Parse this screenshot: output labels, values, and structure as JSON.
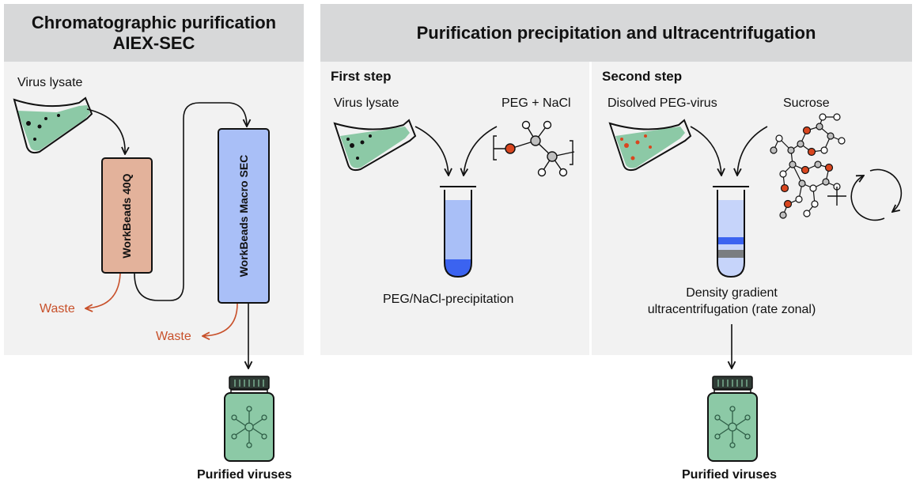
{
  "left_section": {
    "title_line1": "Chromatographic purification",
    "title_line2": "AIEX-SEC",
    "virus_lysate": "Virus lysate",
    "column1_label": "WorkBeads 40Q",
    "column2_label": "WorkBeads Macro SEC",
    "waste1": "Waste",
    "waste2": "Waste",
    "output_label": "Purified viruses"
  },
  "right_section": {
    "title": "Purification precipitation and ultracentrifugation",
    "first_step": {
      "heading": "First step",
      "input1": "Virus lysate",
      "input2": "PEG + NaCl",
      "result": "PEG/NaCl-precipitation"
    },
    "second_step": {
      "heading": "Second step",
      "input1": "Disolved PEG-virus",
      "input2": "Sucrose",
      "result_line1": "Density gradient",
      "result_line2": "ultracentrifugation (rate zonal)",
      "output_label": "Purified viruses"
    }
  },
  "colors": {
    "header_bg": "#d7d8d9",
    "panel_bg": "#f2f2f2",
    "flask_green": "#8cc9a6",
    "column_salmon": "#e3b29b",
    "column_blue": "#a9bff7",
    "tube_light_blue": "#a9bff7",
    "tube_blue": "#3b63f0",
    "waste_orange": "#c8502a",
    "bottle_green": "#8cc9a6"
  }
}
